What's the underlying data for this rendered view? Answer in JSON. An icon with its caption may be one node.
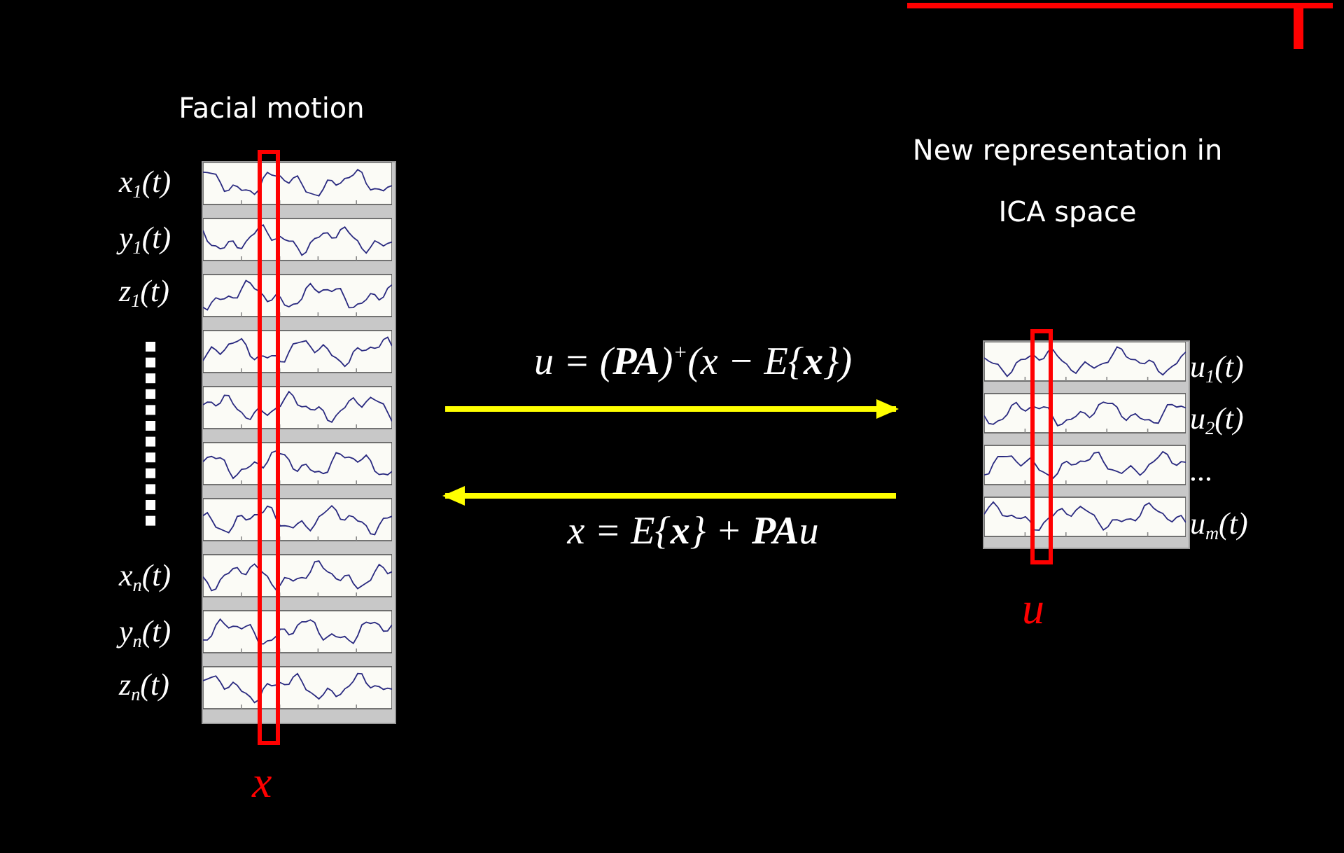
{
  "diagram": {
    "nodes": [
      {
        "text": [
          "Facial motion"
        ],
        "beside": [
          "x$_{1}$(t)",
          "y$_{1}$(t)",
          "z$_{1}$(t)",
          "x$_{n}$(t)",
          "y$_{n}$(t)",
          "z$_{n}$(t)",
          "x"
        ]
      },
      {
        "text": [
          "New representation in ICA space"
        ],
        "beside": [
          "u$_{1}$(t)",
          "u$_{2}$(t)",
          "...",
          "u$_{m}$(t)",
          "u"
        ]
      }
    ],
    "edges": [
      {
        "from": 0,
        "to": 1,
        "arrow": "to",
        "label": "u = (**PA**)$^{+}$(x − E{**x**})"
      },
      {
        "from": 1,
        "to": 0,
        "arrow": "to",
        "label": "x = E{**x**} + **PA**u"
      }
    ]
  }
}
